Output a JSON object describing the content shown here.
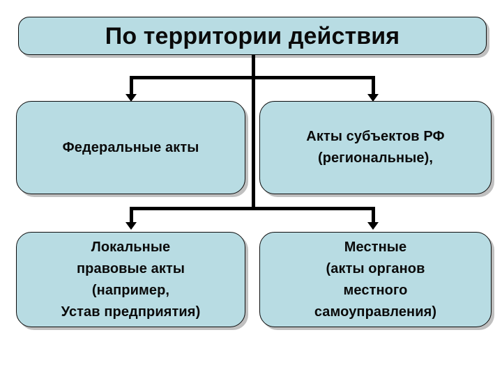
{
  "diagram": {
    "title": "По территории действия",
    "root": {
      "label": "По территории действия"
    },
    "levels": [
      {
        "name": "level-1",
        "nodes": [
          {
            "id": "federal",
            "label": "Федеральные акты"
          },
          {
            "id": "regional",
            "label": "Акты субъектов РФ\n(региональные),"
          }
        ]
      },
      {
        "name": "level-2",
        "nodes": [
          {
            "id": "local",
            "label": "Локальные\nправовые акты\n(например,\nУстав предприятия)"
          },
          {
            "id": "municipal",
            "label": "Местные\n(акты органов\nместного\nсамоуправления)"
          }
        ]
      }
    ],
    "colors": {
      "node_fill": "#b8dce3",
      "node_border": "#0c0c0c",
      "connector": "#000000",
      "text": "#0a0a0a",
      "shadow": "#8c8c8c",
      "background": "#ffffff"
    }
  }
}
